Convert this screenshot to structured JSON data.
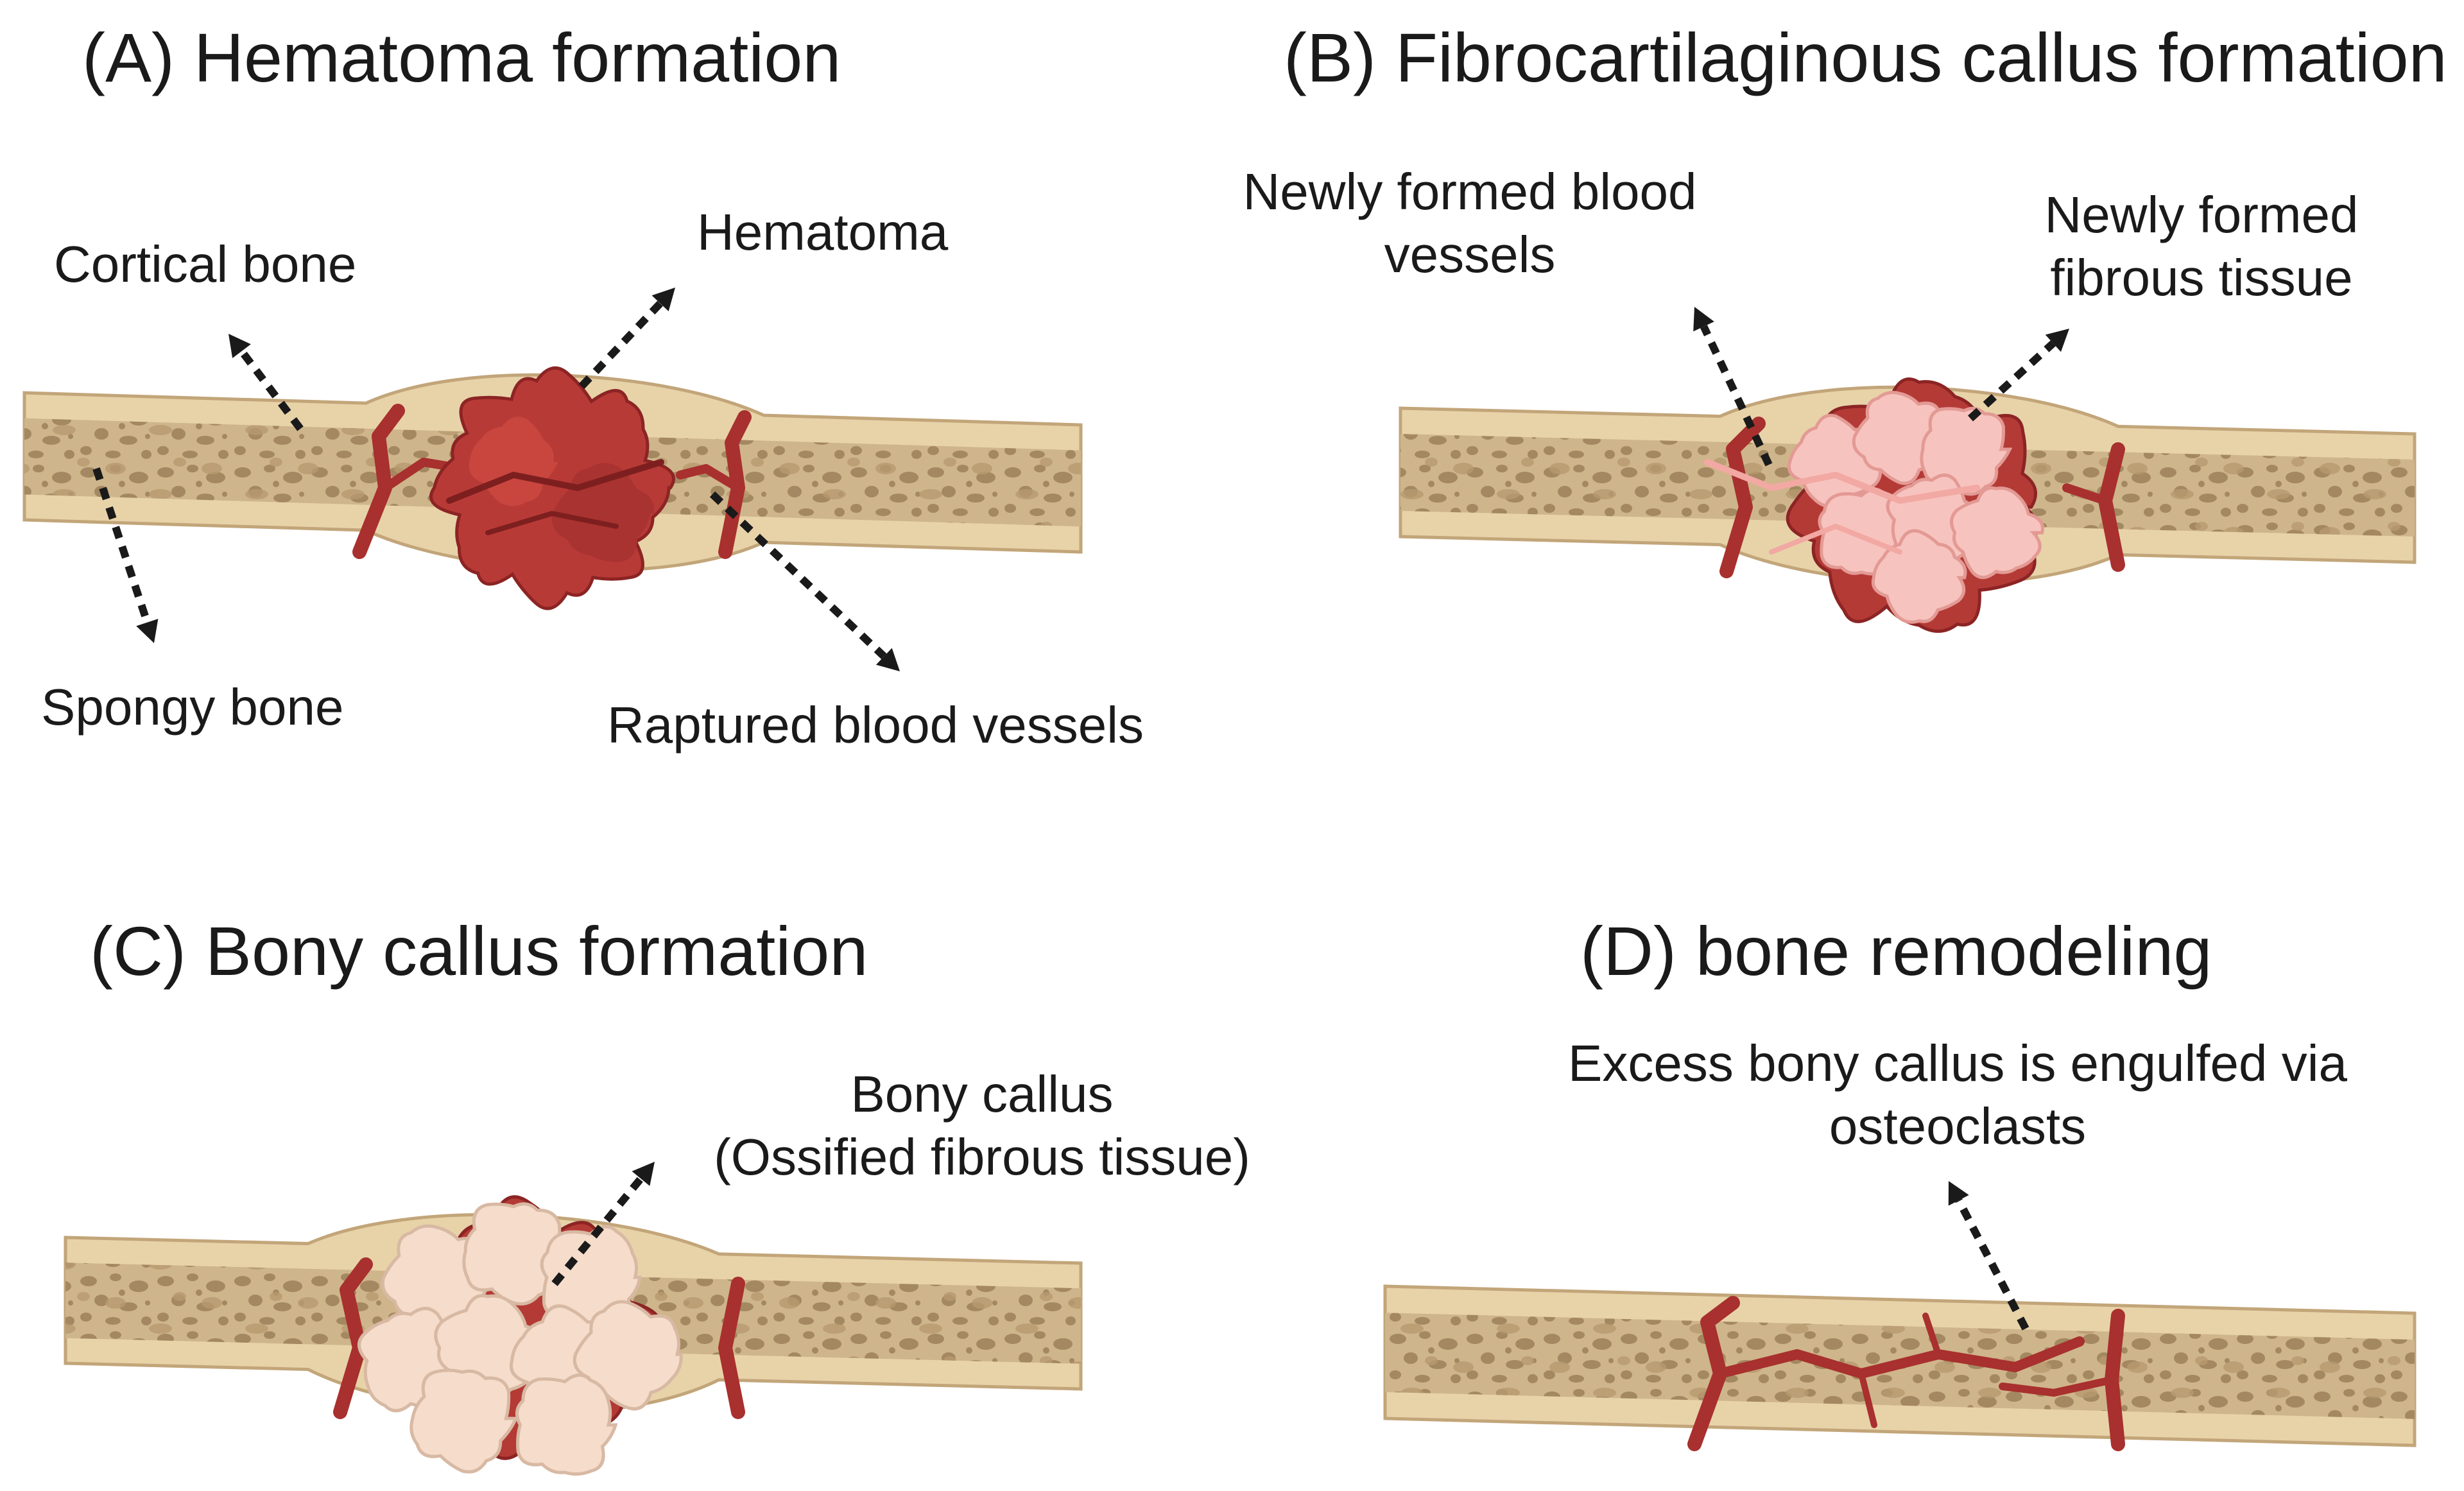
{
  "panels": {
    "a": {
      "title": "(A) Hematoma formation",
      "labels": {
        "cortical": "Cortical bone",
        "hematoma": "Hematoma",
        "spongy": "Spongy bone",
        "vessels": "Raptured blood vessels"
      }
    },
    "b": {
      "title": "(B) Fibrocartilaginous callus formation",
      "labels": {
        "vessels_line1": "Newly formed blood",
        "vessels_line2": "vessels",
        "fibrous_line1": "Newly formed",
        "fibrous_line2": "fibrous tissue"
      }
    },
    "c": {
      "title": "(C) Bony callus formation",
      "labels": {
        "callus_line1": "Bony callus",
        "callus_line2": "(Ossified fibrous tissue)"
      }
    },
    "d": {
      "title": "(D) bone remodeling",
      "labels": {
        "excess_line1": "Excess bony callus is engulfed via",
        "excess_line2": "osteoclasts"
      }
    }
  },
  "colors": {
    "cortical_bone": "#e8d3a9",
    "cortical_edge": "#c2a579",
    "spongy_bone": "#cfb58b",
    "trabeculae": "#a48861",
    "blood_vessel": "#a8302e",
    "hematoma": "#b83a36",
    "new_vessel": "#f2a8a3",
    "fibrous_tissue": "#f7c3be",
    "bony_callus": "#f5dccb",
    "arrow": "#1a1a1a"
  }
}
